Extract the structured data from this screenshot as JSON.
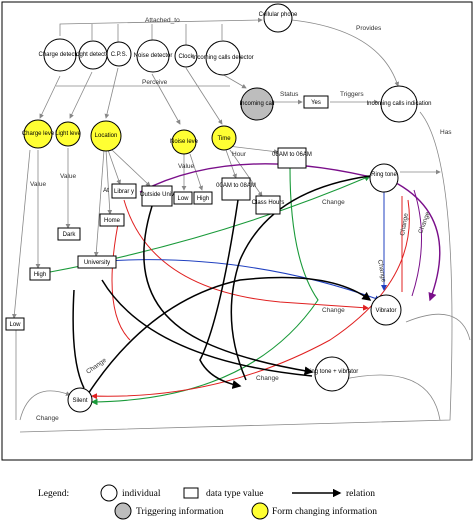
{
  "diagram": {
    "nodes": {
      "cellular_phone": "Cellular phone",
      "charge_detector": "Charge detector",
      "light_detector": "Light detector",
      "cps": "C.P.S.",
      "noise_detector": "Noise detector",
      "clock": "Clock",
      "incoming_calls_detector": "Incoming calls detector",
      "incoming_call": "Incoming call",
      "yes": "Yes",
      "incoming_calls_indication": "Incoming calls indication",
      "charge_level": "Charge leve",
      "light_level": "Light leve",
      "location": "Location",
      "noise_level": "Noise leve",
      "time": "Time",
      "range_08_06": "08AM to 06AM",
      "ring_tone": "Ring tone",
      "library": "Librar y",
      "at": "At",
      "home": "Home",
      "outside_univ": "Outside Univ",
      "low_noise": "Low",
      "high_noise": "High",
      "range_00_08": "00AM to 08AM",
      "class_hours": "Class Hours",
      "dark": "Dark",
      "university": "University",
      "high_charge": "High",
      "low_charge": "Low",
      "vibrator": "Vibrator",
      "ring_vibrator": "Ring tone + vibrator",
      "silent": "Silent"
    },
    "edge_labels": {
      "attached_to": "Attached_to",
      "provides": "Provides",
      "perceive": "Perceive",
      "status": "Status",
      "triggers": "Triggers",
      "has": "Has",
      "value_charge": "Value",
      "value_light": "Value",
      "value_noise": "Value",
      "hour": "Hour",
      "change_1": "Change",
      "change_2": "Change",
      "change_3": "Change",
      "change_4": "Change",
      "change_5": "Change",
      "change_6": "Change",
      "change_7": "Change",
      "change_8": "Change"
    },
    "colors": {
      "individual": "#ffffff",
      "triggering": "#bdbdbd",
      "form_changing": "#ffff33",
      "green": "#1a9a3a",
      "red": "#e02020",
      "purple": "#7a0f8a",
      "blue": "#2040c0",
      "gray": "#888888",
      "black": "#000000"
    }
  },
  "legend": {
    "title": "Legend:",
    "individual": "individual",
    "data_type_value": "data type value",
    "relation": "relation",
    "triggering": "Triggering information",
    "form_changing": "Form changing information"
  }
}
